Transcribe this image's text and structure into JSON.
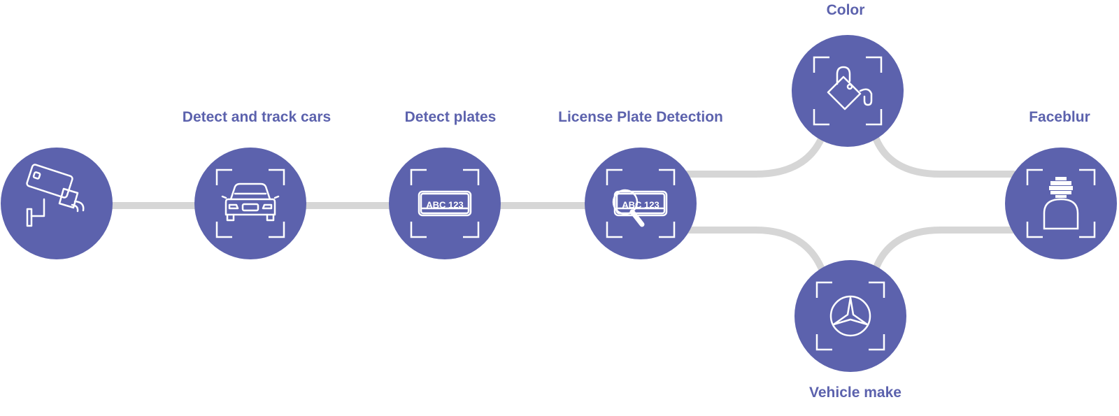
{
  "diagram": {
    "colors": {
      "accent": "#5c62ad",
      "connector": "#d6d6d6",
      "icon_line": "#ffffff"
    },
    "nodes": [
      {
        "id": "camera",
        "icon": "security-camera-icon",
        "label": ""
      },
      {
        "id": "detect_track",
        "icon": "car-front-icon",
        "label": "Detect and track cars"
      },
      {
        "id": "detect_plates",
        "icon": "license-plate-icon",
        "label": "Detect plates",
        "plate_text": "ABC 123"
      },
      {
        "id": "lpd",
        "icon": "plate-magnifier-icon",
        "label": "License Plate Detection",
        "plate_text": "ABC 123"
      },
      {
        "id": "color",
        "icon": "paint-bucket-icon",
        "label": "Color"
      },
      {
        "id": "make",
        "icon": "mercedes-star-icon",
        "label": "Vehicle make"
      },
      {
        "id": "faceblur",
        "icon": "blurred-person-icon",
        "label": "Faceblur"
      }
    ],
    "edges": [
      [
        "camera",
        "detect_track"
      ],
      [
        "detect_track",
        "detect_plates"
      ],
      [
        "detect_plates",
        "lpd"
      ],
      [
        "lpd",
        "color"
      ],
      [
        "lpd",
        "make"
      ],
      [
        "color",
        "faceblur"
      ],
      [
        "make",
        "faceblur"
      ]
    ]
  }
}
